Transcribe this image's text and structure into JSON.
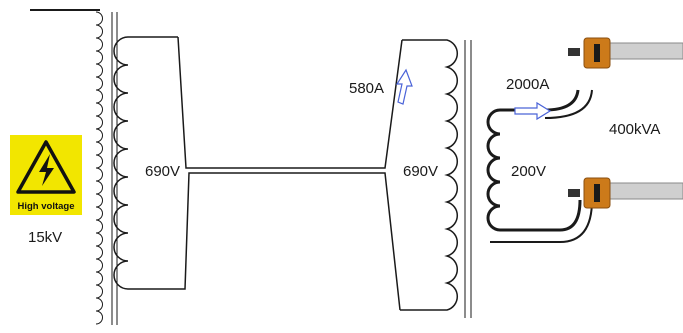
{
  "labels": {
    "primary_voltage": "15kV",
    "intermediate_voltage_left": "690V",
    "intermediate_voltage_right": "690V",
    "intermediate_current": "580A",
    "secondary_current": "2000A",
    "secondary_voltage": "200V",
    "rating": "400kVA"
  },
  "warning_sign": {
    "text": "High voltage",
    "background_color": "#f2e600",
    "symbol_color": "#111111"
  },
  "colors": {
    "wire": "#1a1a1a",
    "arrow": "#4a63d8",
    "clamp": "#cc7a1a",
    "busbar": "#cfcfcf"
  }
}
